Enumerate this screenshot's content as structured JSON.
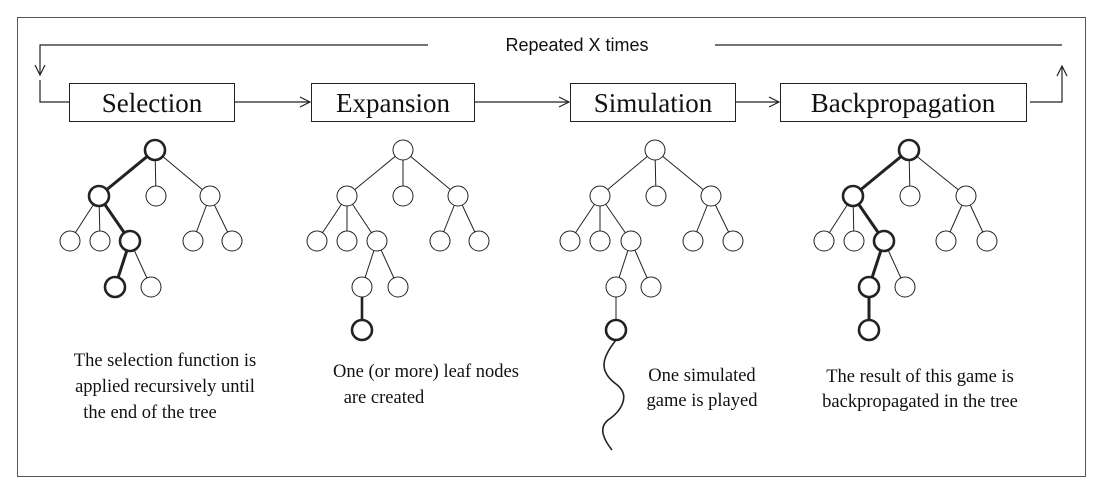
{
  "loop_label": "Repeated X times",
  "stages": [
    {
      "title": "Selection",
      "caption": [
        "The selection function is",
        "applied recursively until",
        "the end of the tree"
      ]
    },
    {
      "title": "Expansion",
      "caption": [
        "One (or more) leaf nodes",
        "are created"
      ]
    },
    {
      "title": "Simulation",
      "caption": [
        "One simulated",
        "game is played"
      ]
    },
    {
      "title": "Backpropagation",
      "caption": [
        "The result of this game is",
        "backpropagated in the tree"
      ]
    }
  ]
}
